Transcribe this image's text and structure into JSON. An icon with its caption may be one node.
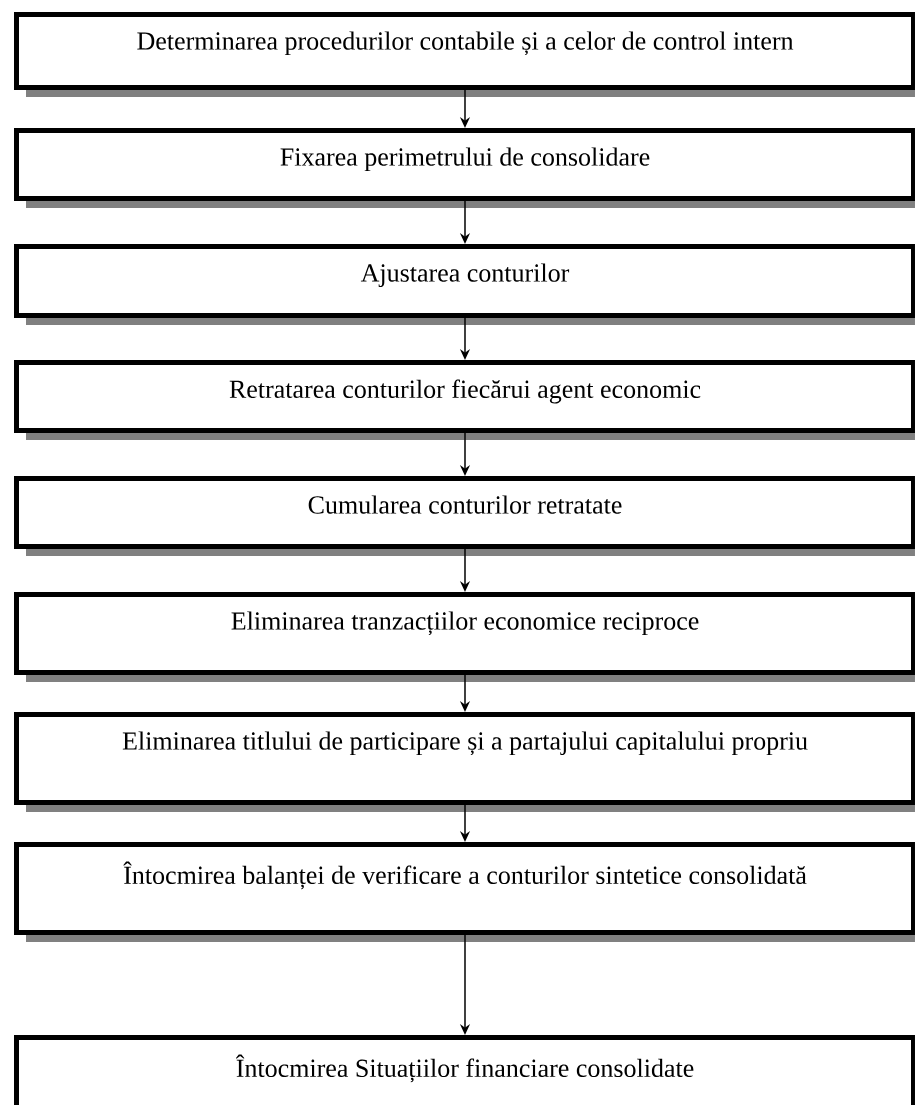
{
  "diagram": {
    "nodes": [
      {
        "text": [
          "Determinarea procedurilor contabile și a celor de control intern"
        ]
      },
      {
        "text": [
          "Fixarea perimetrului de consolidare"
        ]
      },
      {
        "text": [
          "Ajustarea conturilor"
        ]
      },
      {
        "text": [
          "Retratarea conturilor fiecărui agent economic"
        ]
      },
      {
        "text": [
          "Cumularea conturilor retratate"
        ]
      },
      {
        "text": [
          "Eliminarea tranzacțiilor economice reciproce"
        ]
      },
      {
        "text": [
          "Eliminarea titlului de participare și a partajului capitalului propriu"
        ]
      },
      {
        "text": [
          "Întocmirea balanței de verificare a conturilor sintetice consolidată"
        ]
      },
      {
        "text": [
          "Întocmirea Situațiilor financiare consolidate"
        ]
      }
    ],
    "edges": [
      {
        "from": 0,
        "to": 1,
        "arrow": "to"
      },
      {
        "from": 1,
        "to": 2,
        "arrow": "to"
      },
      {
        "from": 2,
        "to": 3,
        "arrow": "to"
      },
      {
        "from": 3,
        "to": 4,
        "arrow": "to"
      },
      {
        "from": 4,
        "to": 5,
        "arrow": "to"
      },
      {
        "from": 5,
        "to": 6,
        "arrow": "to"
      },
      {
        "from": 6,
        "to": 7,
        "arrow": "to"
      },
      {
        "from": 7,
        "to": 8,
        "arrow": "to"
      }
    ]
  }
}
